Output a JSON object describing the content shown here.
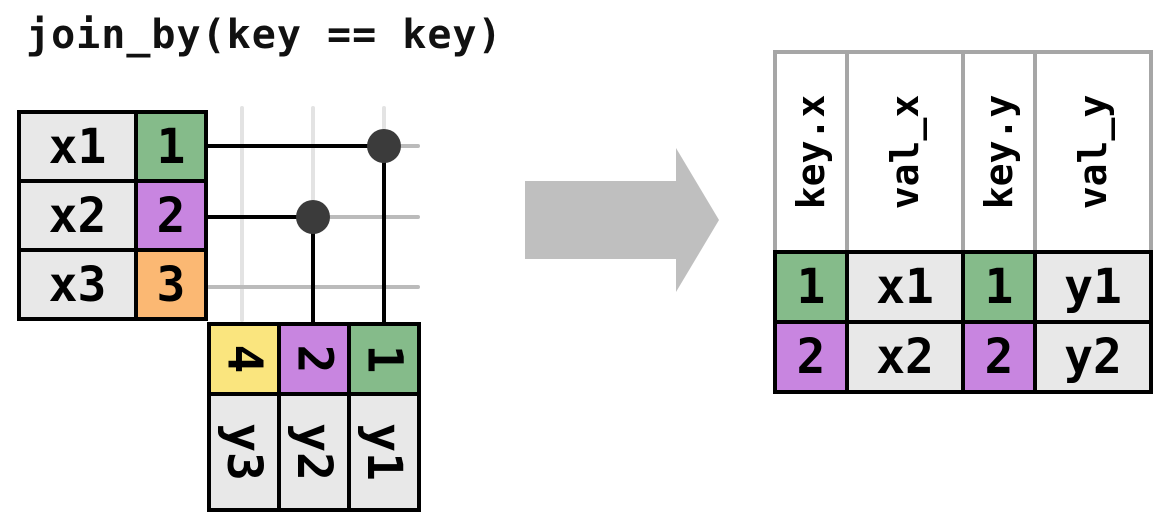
{
  "title": "join_by(key == key)",
  "colors": {
    "key_green": "#85BB8A",
    "key_purple": "#C885E0",
    "key_orange": "#FBB873",
    "key_yellow": "#FAE57E",
    "cell_gray": "#E8E8E8",
    "table_border_black": "#000000",
    "header_border_gray": "#A6A6A6",
    "grid_line_horizontal": "#BBBBBB",
    "grid_line_vertical": "#E3E3E3",
    "match_line": "#000000",
    "match_dot": "#3B3B3B",
    "arrow_gray": "#BFBFBF"
  },
  "x_table": {
    "rows": [
      {
        "val": "x1",
        "key": "1",
        "key_color": "#85BB8A"
      },
      {
        "val": "x2",
        "key": "2",
        "key_color": "#C885E0"
      },
      {
        "val": "x3",
        "key": "3",
        "key_color": "#FBB873"
      }
    ]
  },
  "y_table": {
    "cols": [
      {
        "key": "4",
        "val": "y3",
        "key_color": "#FAE57E"
      },
      {
        "key": "2",
        "val": "y2",
        "key_color": "#C885E0"
      },
      {
        "key": "1",
        "val": "y1",
        "key_color": "#85BB8A"
      }
    ]
  },
  "matches": [
    {
      "x_row": "x1",
      "x_key": "1",
      "y_col": "y1",
      "y_key": "1"
    },
    {
      "x_row": "x2",
      "x_key": "2",
      "y_col": "y2",
      "y_key": "2"
    }
  ],
  "result_table": {
    "headers": [
      "key.x",
      "val_x",
      "key.y",
      "val_y"
    ],
    "rows": [
      {
        "key_x": "1",
        "val_x": "x1",
        "key_y": "1",
        "val_y": "y1",
        "key_x_color": "#85BB8A",
        "key_y_color": "#85BB8A"
      },
      {
        "key_x": "2",
        "val_x": "x2",
        "key_y": "2",
        "val_y": "y2",
        "key_x_color": "#C885E0",
        "key_y_color": "#C885E0"
      }
    ]
  }
}
